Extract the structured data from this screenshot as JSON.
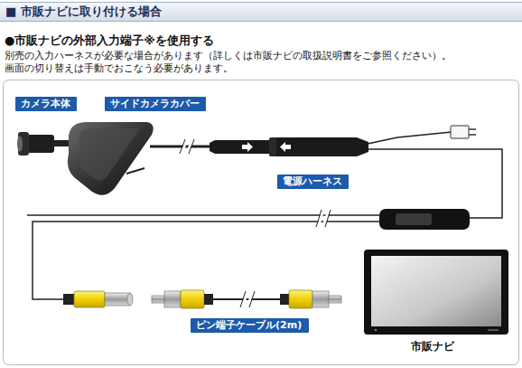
{
  "diagram": {
    "title": "■ 市販ナビに取り付ける場合",
    "nodes": [
      {
        "text": [
          "カメラ本体"
        ]
      },
      {
        "text": [
          "サイドカメラカバー"
        ]
      },
      {
        "text": [
          "電源ハーネス"
        ]
      },
      {
        "text": [
          "ピン端子ケーブル(2m)"
        ]
      }
    ],
    "labels": [
      "●市販ナビの外部入力端子※を使用する",
      "別売の入力ハーネスが必要な場合があります（詳しくは市販ナビの取扱説明書をご参照ください）。",
      "画面の切り替えは手動でおこなう必要があります。",
      "市販ナビ"
    ]
  }
}
